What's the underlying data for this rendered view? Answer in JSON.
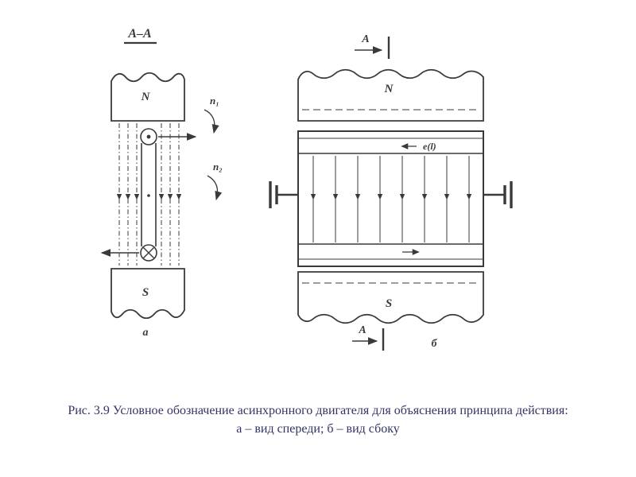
{
  "page": {
    "background": "#ffffff",
    "ink_color": "#3a3a3a",
    "caption_color": "#333366"
  },
  "figure_a": {
    "section_title": "A–A",
    "pole_top_label": "N",
    "pole_bottom_label": "S",
    "rotation_label_1": "n₁",
    "rotation_label_2": "n₂",
    "sublabel": "а"
  },
  "figure_b": {
    "section_mark_top": "A",
    "section_mark_bottom": "A",
    "pole_top_label": "N",
    "pole_bottom_label": "S",
    "emf_label": "e(l)",
    "sublabel": "б"
  },
  "caption": {
    "line1": "Рис. 3.9 Условное обозначение асинхронного двигателя для объяснения принципа действия:",
    "line2": "а – вид спереди; б – вид сбоку"
  }
}
